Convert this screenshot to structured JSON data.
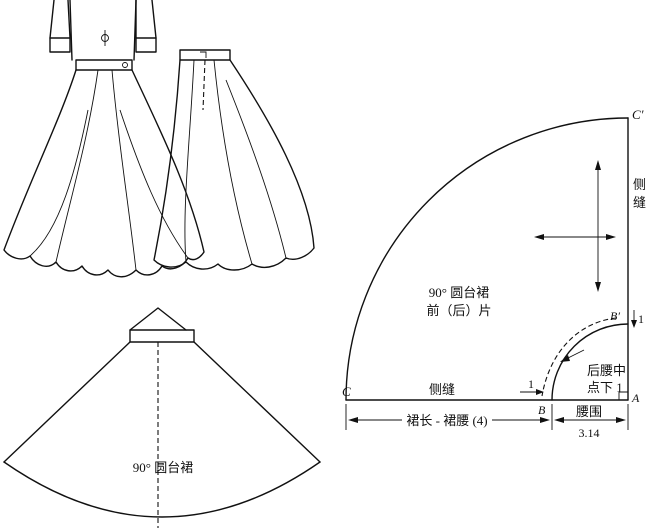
{
  "labels": {
    "c_prime": "C′",
    "side_seam_right": "侧缝",
    "skirt_title": "90° 圆台裙",
    "front_back_piece": "前（后）片",
    "b_prime": "B′",
    "num_one_right": "1",
    "back_waist": "后腰中",
    "back_waist_2": "点下 1",
    "c_point": "C",
    "side_seam_bottom": "侧缝",
    "num_one_bottom": "1",
    "b_point": "B",
    "a_point": "A",
    "skirt_length": "裙长 - 裙腰 (4)",
    "waist_girth": "腰围",
    "waist_value": "3.14",
    "bottom_skirt_title": "90° 圆台裙"
  }
}
